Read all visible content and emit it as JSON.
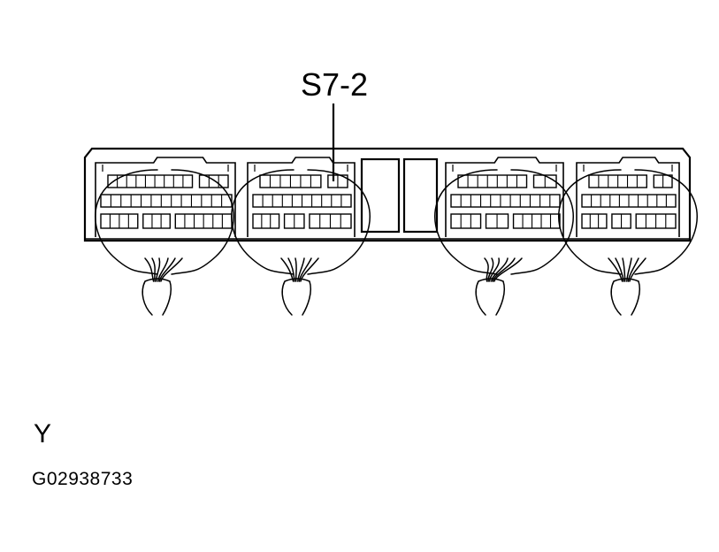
{
  "diagram": {
    "callout_label": "S7-2",
    "view_letter": "Y",
    "figure_code": "G02938733",
    "line_color": "#000000",
    "background_color": "#ffffff"
  }
}
